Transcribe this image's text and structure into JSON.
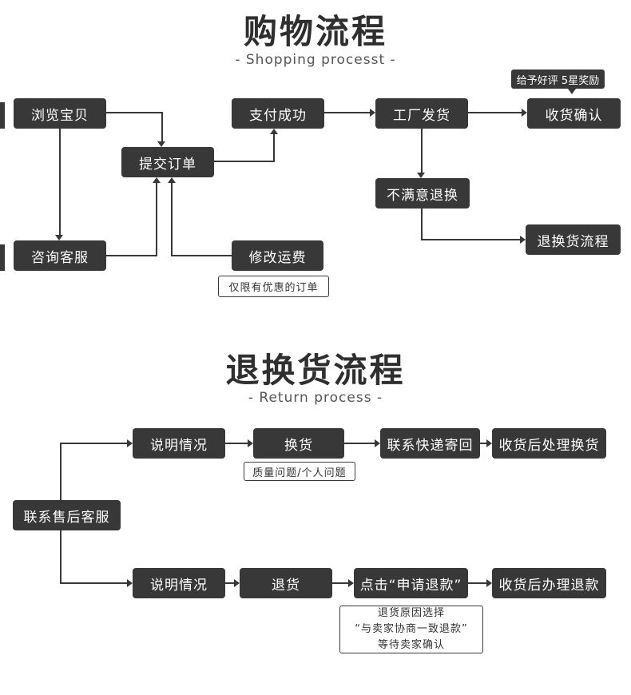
{
  "colors": {
    "box_bg": "#383838",
    "box_text": "#ffffff",
    "outline_border": "#3a3a3a",
    "title": "#2f2f2f",
    "subtitle": "#555555"
  },
  "shopping": {
    "title": "购物流程",
    "subtitle": "- Shopping processt -",
    "badge": "给予好评 5星奖励",
    "nodes": {
      "browse": "浏览宝贝",
      "submit": "提交订单",
      "pay": "支付成功",
      "ship": "工厂发货",
      "confirm": "收货确认",
      "unsatisfied": "不满意退换",
      "consult": "咨询客服",
      "modify": "修改运费",
      "to_return_flow": "退换货流程",
      "note": "仅限有优惠的订单"
    }
  },
  "returns": {
    "title": "退换货流程",
    "subtitle": "- Return process -",
    "nodes": {
      "contact": "联系售后客服",
      "explain_top": "说明情况",
      "exchange": "换货",
      "courier": "联系快递寄回",
      "handle_exchange": "收货后处理换货",
      "note_exchange": "质量问题/个人问题",
      "explain_bottom": "说明情况",
      "refund": "退货",
      "apply_refund": "点击“申请退款”",
      "handle_refund": "收货后办理退款",
      "note_refund_line1": "退货原因选择",
      "note_refund_line2": "“与卖家协商一致退款”",
      "note_refund_line3": "等待卖家确认"
    }
  }
}
